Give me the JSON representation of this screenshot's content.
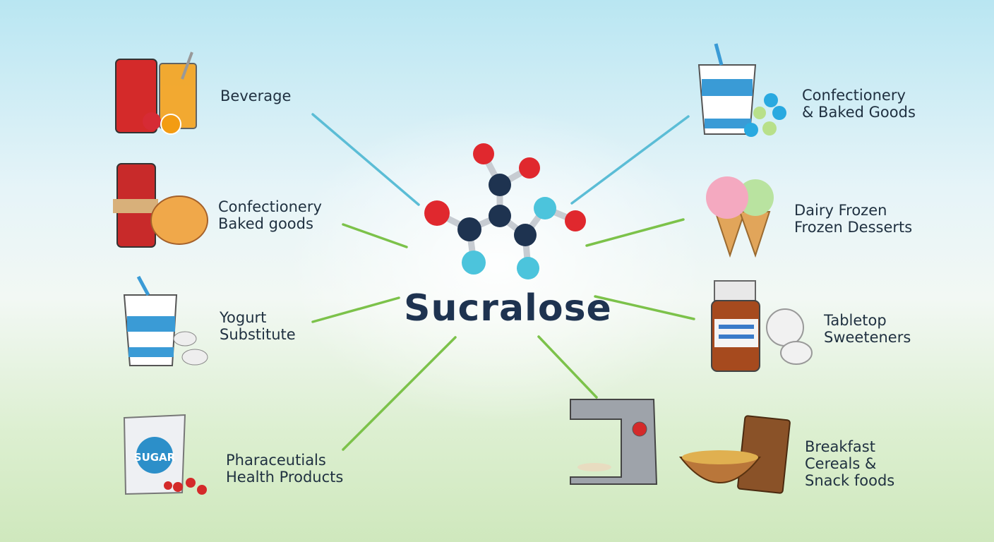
{
  "title": "Sucralose",
  "left_items": [
    {
      "label_lines": [
        "Beverage"
      ],
      "icon": "soda-can-juice-icon"
    },
    {
      "label_lines": [
        "Confectionery",
        "Baked goods"
      ],
      "icon": "candy-bread-icon"
    },
    {
      "label_lines": [
        "Yogurt",
        "Substitute"
      ],
      "icon": "yogurt-cup-icon"
    },
    {
      "label_lines": [
        "Pharaceutials",
        "Health Products"
      ],
      "icon": "sugar-packet-icon"
    }
  ],
  "right_items": [
    {
      "label_lines": [
        "Confectionery",
        "& Baked Goods"
      ],
      "icon": "cup-candy-icon"
    },
    {
      "label_lines": [
        "Dairy Frozen",
        "Frozen Desserts"
      ],
      "icon": "ice-cream-icon"
    },
    {
      "label_lines": [
        "Tabletop",
        "Sweeteners"
      ],
      "icon": "pill-bottle-icon"
    },
    {
      "label_lines": [
        "Breakfast",
        "Cereals &",
        "Snack foods"
      ],
      "icon": "cereal-bowl-icon"
    }
  ],
  "sugar_packet_text": "SUGAR",
  "colors": {
    "title": "#1e3350",
    "line_blue": "#5bbdd6",
    "line_green": "#7cc24a",
    "atom_red": "#e0282e",
    "atom_dark": "#1e3350",
    "atom_cyan": "#4cc4dc"
  }
}
